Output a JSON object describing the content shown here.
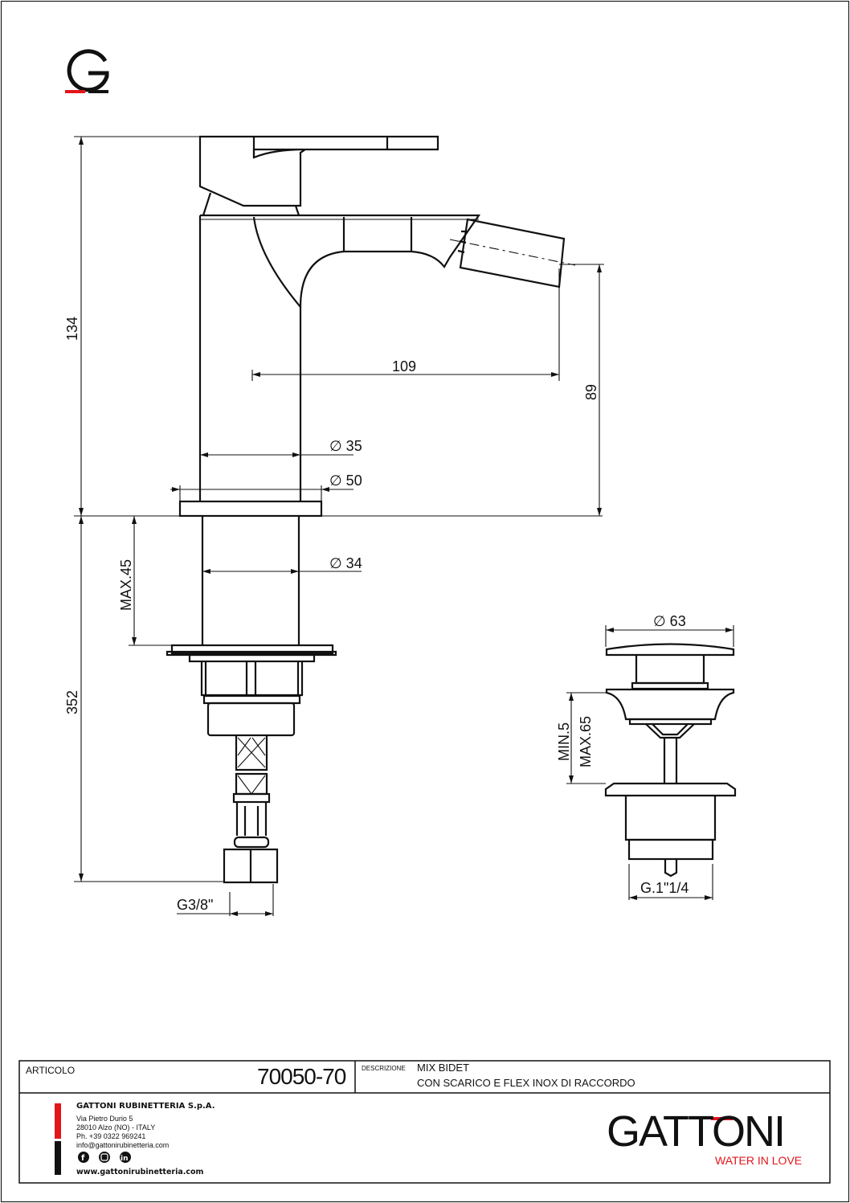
{
  "drawing": {
    "dimensions": {
      "total_height": "134",
      "spout_reach": "109",
      "spout_height": "89",
      "body_diameter": "∅ 35",
      "base_diameter": "∅ 50",
      "shank_diameter": "∅ 34",
      "max_deck": "MAX.45",
      "hose_length": "352",
      "hose_thread": "G3/8\"",
      "drain_diameter": "∅ 63",
      "drain_min": "MIN.5",
      "drain_max": "MAX.65",
      "drain_thread": "G.1\"1/4"
    }
  },
  "title_block": {
    "articolo_label": "ARTICOLO",
    "article_code": "70050-70",
    "descrizione_label": "DESCRIZIONE",
    "description_line1": "MIX BIDET",
    "description_line2": "CON SCARICO E FLEX INOX DI RACCORDO",
    "company": "GATTONI RUBINETTERIA S.p.A.",
    "address1": "Via Pietro Durio 5",
    "address2": "28010 Alzo (NO) - ITALY",
    "phone": "Ph. +39 0322 969241",
    "email": "info@gattonirubinetteria.com",
    "website": "www.gattonirubinetteria.com",
    "social_icons": [
      "facebook-icon",
      "instagram-icon",
      "linkedin-icon"
    ],
    "brand": "GATTONI",
    "tagline": "WATER IN LOVE"
  },
  "colors": {
    "brand_red": "#e3151b",
    "ink": "#111111"
  }
}
